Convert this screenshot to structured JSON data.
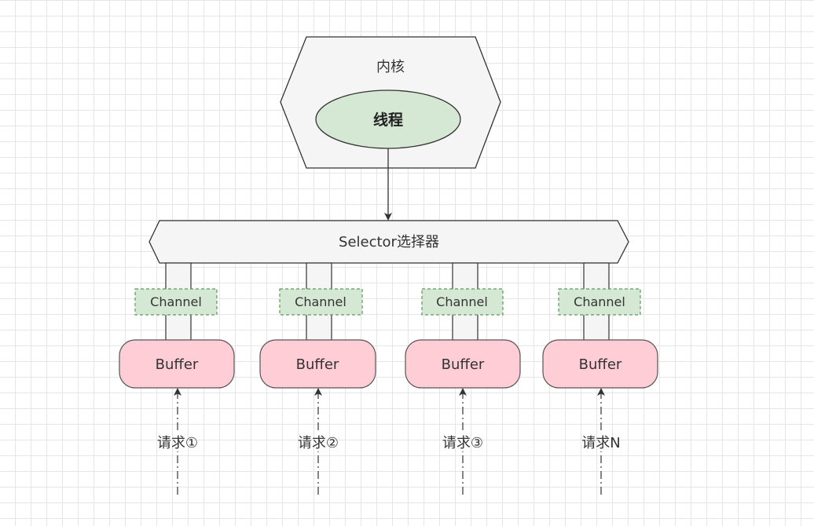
{
  "kernel": {
    "label": "内核",
    "thread_label": "线程"
  },
  "selector": {
    "label": "Selector选择器"
  },
  "columns": [
    {
      "channel": "Channel",
      "buffer": "Buffer",
      "request": "请求①"
    },
    {
      "channel": "Channel",
      "buffer": "Buffer",
      "request": "请求②"
    },
    {
      "channel": "Channel",
      "buffer": "Buffer",
      "request": "请求③"
    },
    {
      "channel": "Channel",
      "buffer": "Buffer",
      "request": "请求N"
    }
  ],
  "colors": {
    "kernel_fill": "#f5f5f5",
    "thread_fill": "#d5e8d4",
    "thread_stroke": "#333333",
    "selector_fill": "#f5f5f5",
    "channel_fill": "#d5e8d4",
    "channel_stroke": "#5a9a5a",
    "buffer_fill": "#ffcdd6",
    "buffer_stroke": "#555555",
    "connector_fill": "#f5f5f5",
    "line": "#333333"
  }
}
